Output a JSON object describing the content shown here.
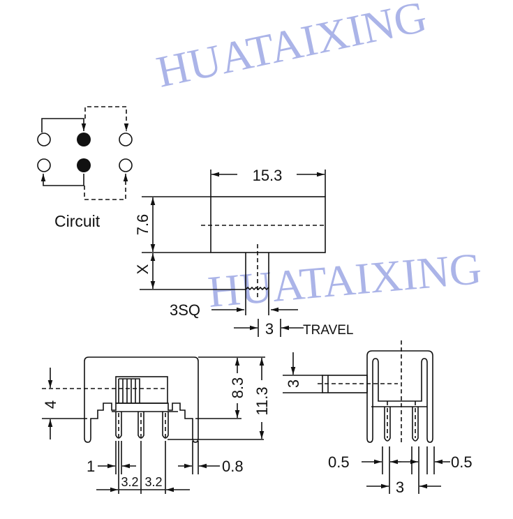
{
  "circuit": {
    "label": "Circuit"
  },
  "top_view": {
    "width": "15.3",
    "height": "7.6",
    "actuator_height": "X",
    "actuator_size": "3SQ",
    "travel_value": "3",
    "travel_label": "TRAVEL"
  },
  "front_view": {
    "pin_offset": "4",
    "body_h1": "8.3",
    "body_h2": "11.3",
    "pin_width": "1",
    "leg_width": "0.8",
    "pitch1": "3.2",
    "pitch2": "3.2"
  },
  "side_view": {
    "actuator_width": "3",
    "pin_w_left": "0.5",
    "pin_w_right": "0.5",
    "pin_pitch": "3"
  },
  "watermark": {
    "text": "HUATAIXING",
    "color": "#8f9be0"
  }
}
